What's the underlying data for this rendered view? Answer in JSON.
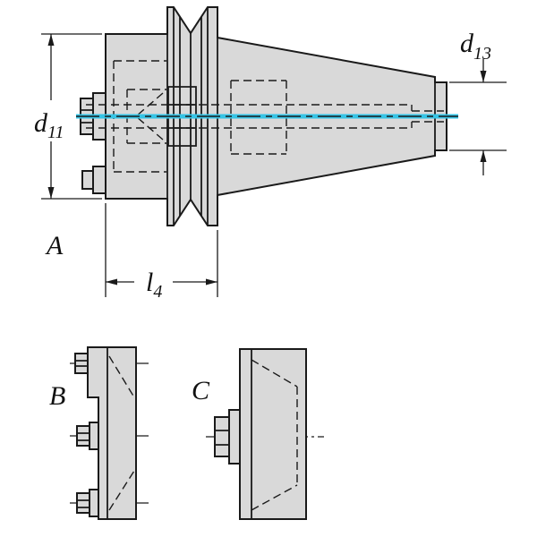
{
  "theme": {
    "background": "#ffffff",
    "part_fill": "#d9d9d9",
    "line": "#1a1a1a",
    "centerline": "#35c4e6"
  },
  "views": {
    "a": {
      "label": "A"
    },
    "b": {
      "label": "B"
    },
    "c": {
      "label": "C"
    }
  },
  "dimensions": {
    "d11": {
      "base": "d",
      "sub": "11"
    },
    "d13": {
      "base": "d",
      "sub": "13"
    },
    "l4": {
      "base": "l",
      "sub": "4"
    }
  }
}
